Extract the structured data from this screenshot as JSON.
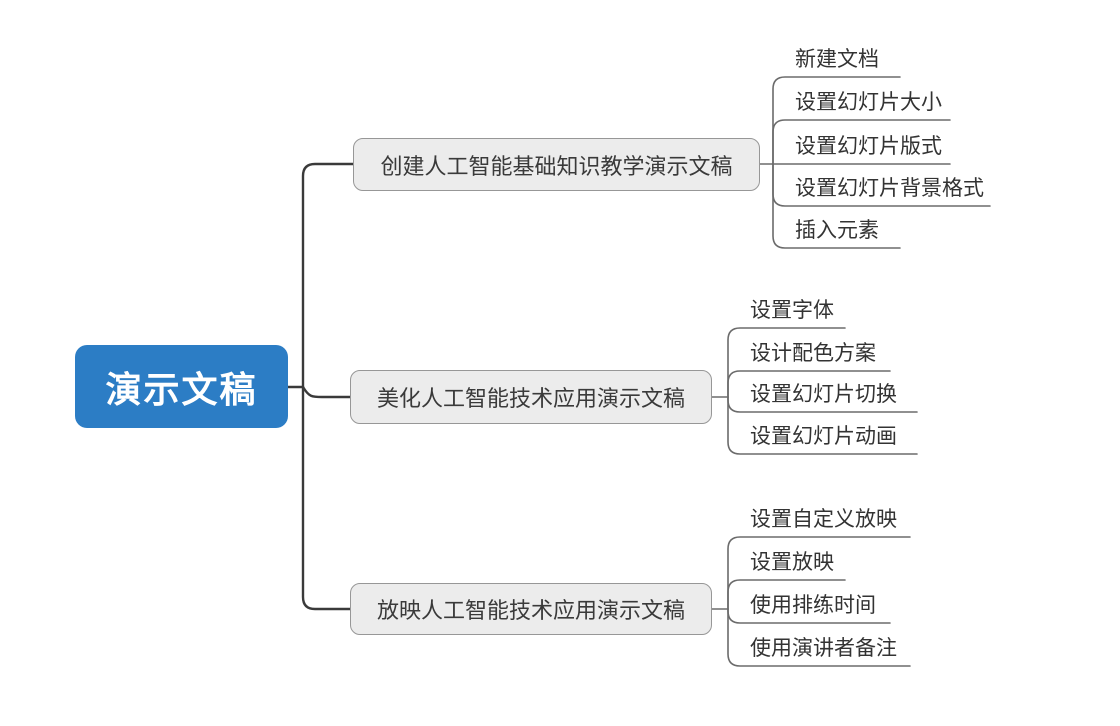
{
  "root": {
    "label": "演示文稿"
  },
  "branches": [
    {
      "label": "创建人工智能基础知识教学演示文稿",
      "children": [
        "新建文档",
        "设置幻灯片大小",
        "设置幻灯片版式",
        "设置幻灯片背景格式",
        "插入元素"
      ]
    },
    {
      "label": "美化人工智能技术应用演示文稿",
      "children": [
        "设置字体",
        "设计配色方案",
        "设置幻灯片切换",
        "设置幻灯片动画"
      ]
    },
    {
      "label": "放映人工智能技术应用演示文稿",
      "children": [
        "设置自定义放映",
        "设置放映",
        "使用排练时间",
        "使用演讲者备注"
      ]
    }
  ],
  "colors": {
    "root_fill": "#2C7DC5",
    "root_text": "#FFFFFF",
    "branch_fill": "#ECECEC",
    "branch_border": "#979797",
    "branch_text": "#3A3A3A",
    "line_dark": "#3A3A3A",
    "line_gray": "#6B6B6B",
    "sub_text": "#333333",
    "canvas_bg": "#FFFFFF"
  }
}
